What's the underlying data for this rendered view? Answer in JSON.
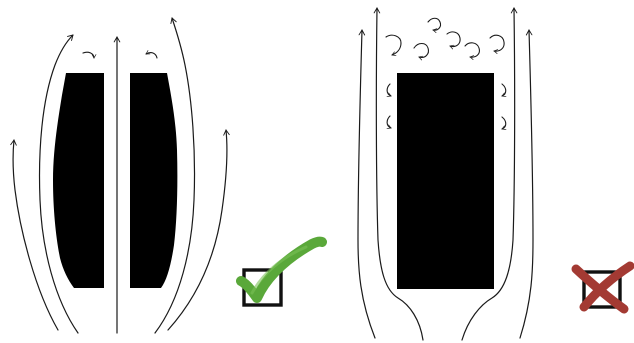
{
  "diagram": {
    "left_panel": {
      "body_shape": "split-tapered",
      "flow": "smooth",
      "verdict": "correct"
    },
    "right_panel": {
      "body_shape": "solid-rectangle",
      "flow": "turbulent",
      "verdict": "incorrect"
    },
    "icons": {
      "correct": "check-mark-icon",
      "incorrect": "cross-mark-icon"
    },
    "colors": {
      "check": "#5aa83a",
      "cross": "#a33a33",
      "body": "#000000",
      "lines": "#1a1a1a"
    }
  }
}
